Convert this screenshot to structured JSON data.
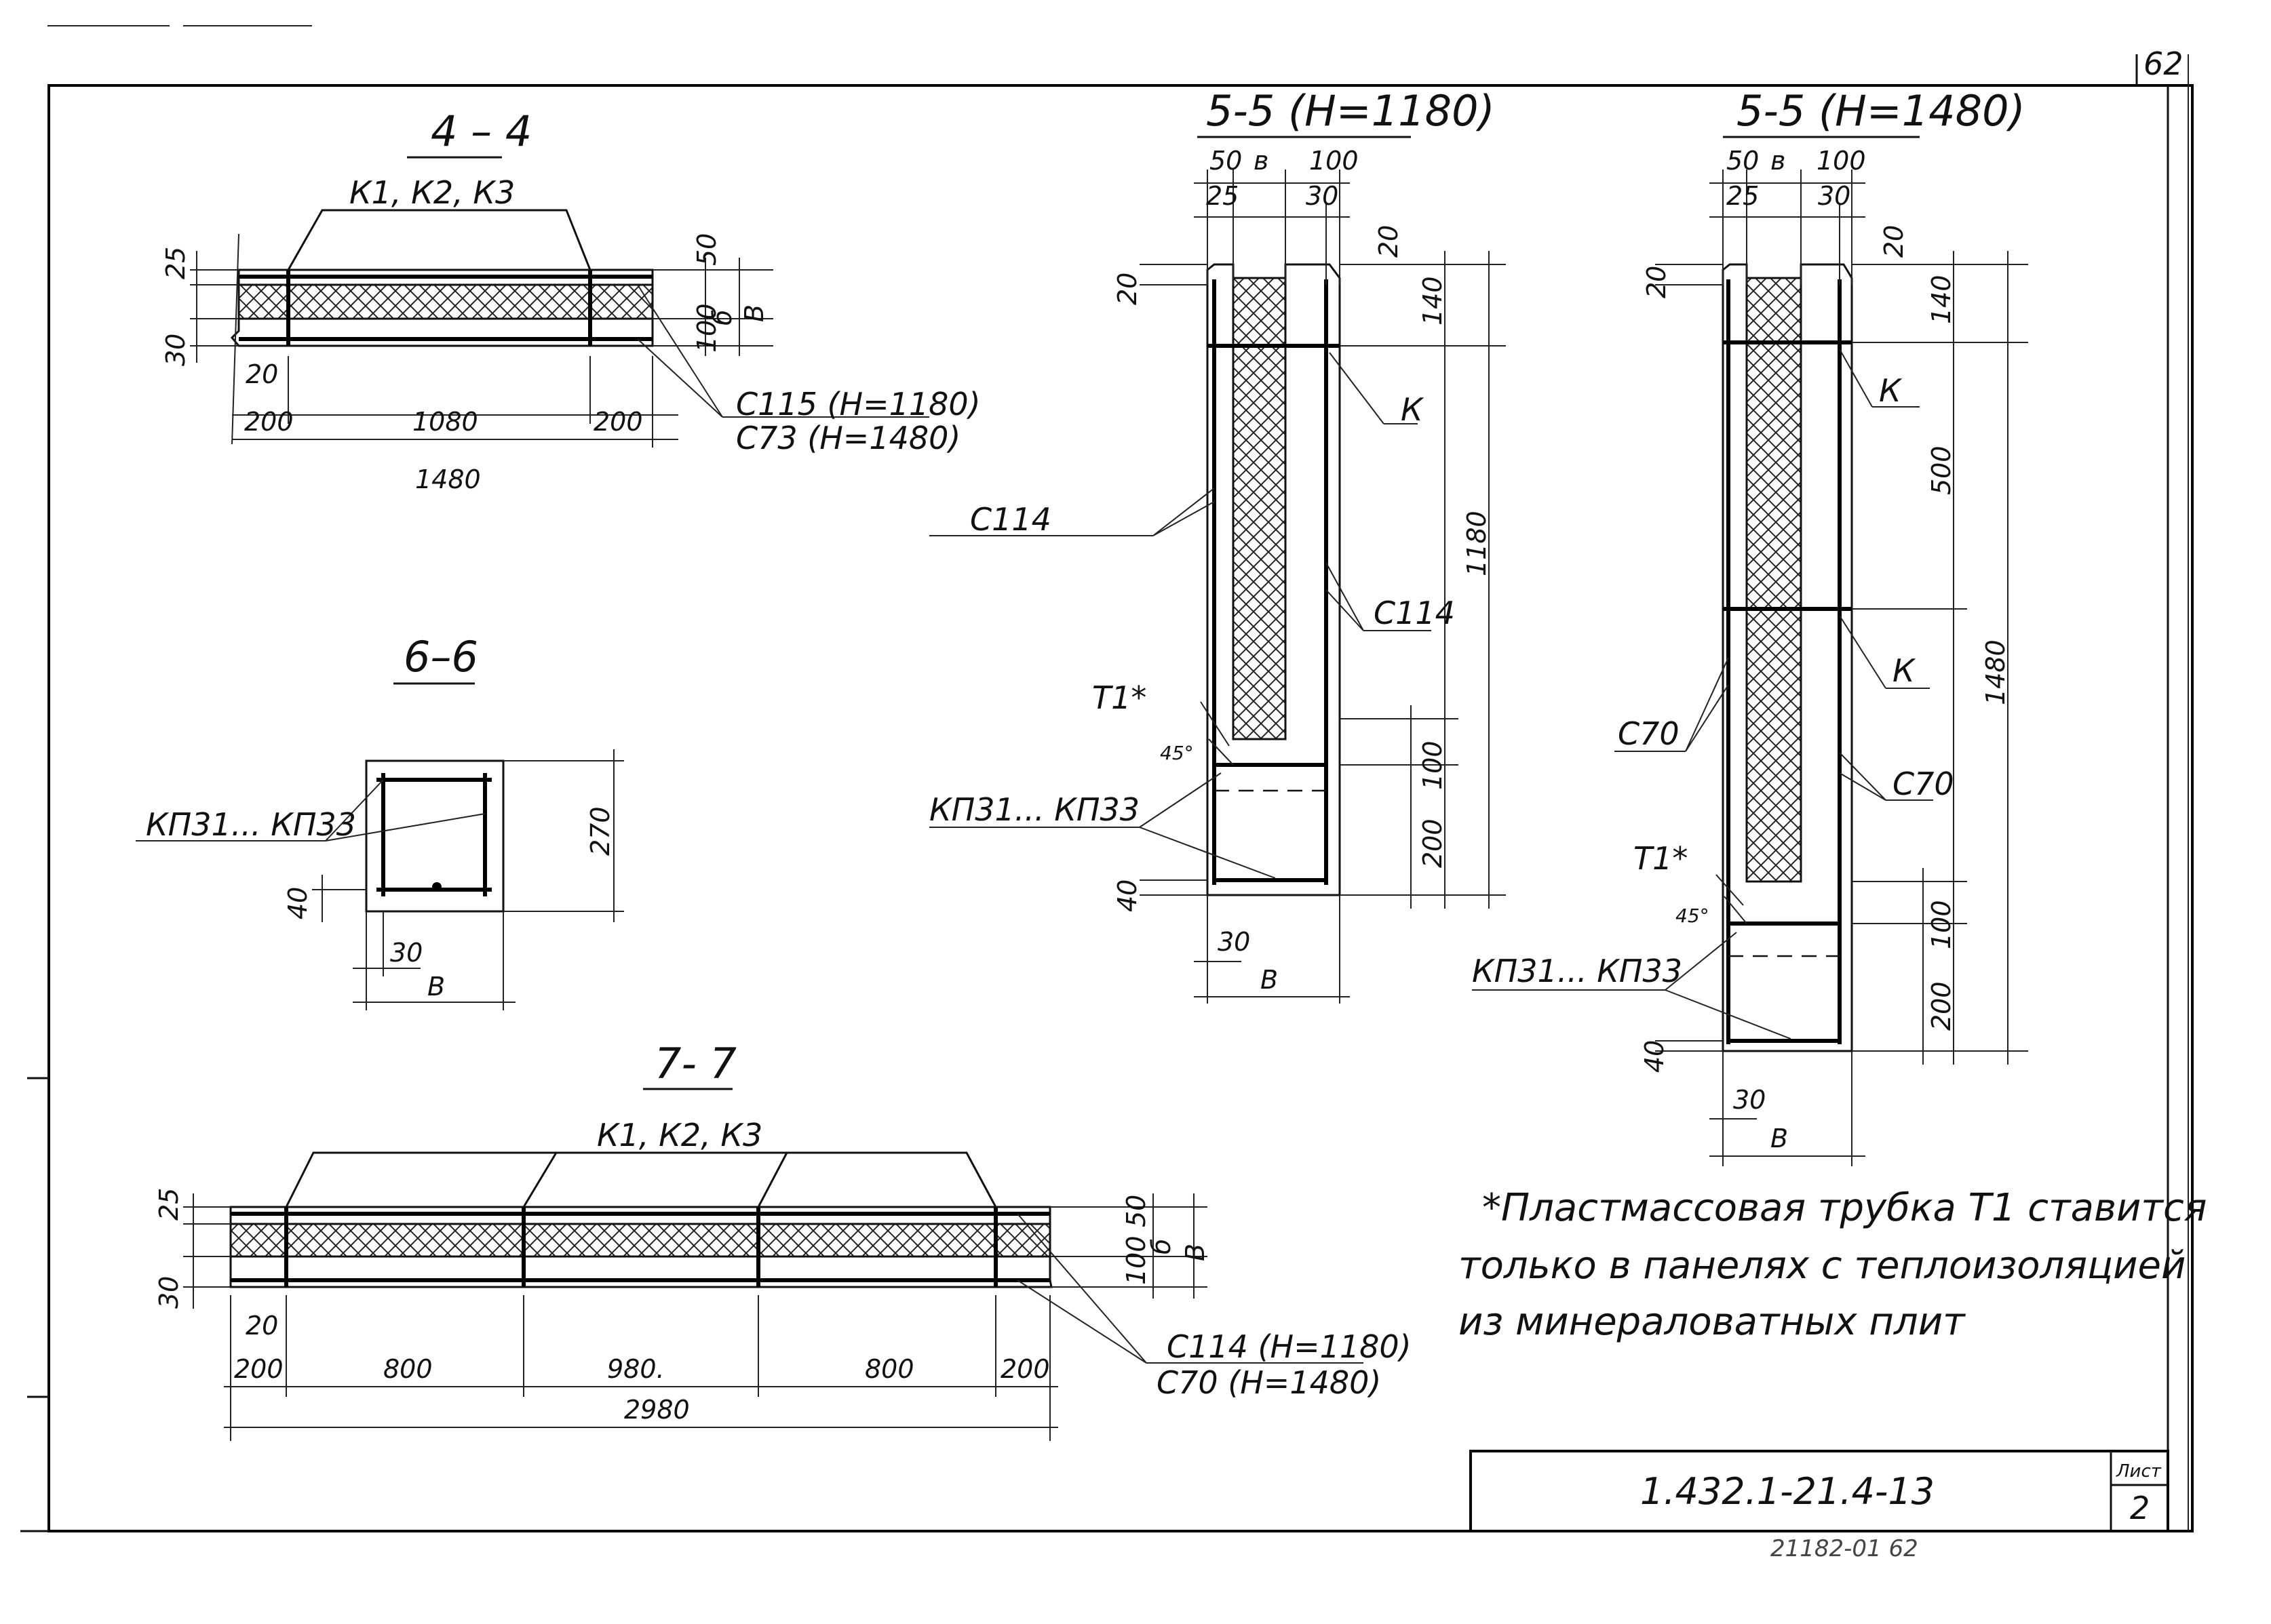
{
  "sheet": {
    "page_number": "62",
    "document_code": "1.432.1-21.4-13",
    "sheet_label": "Лист",
    "sheet_number": "2",
    "bottom_stamp": "21182-01  62"
  },
  "section_4_4": {
    "title": "4 – 4",
    "mesh_label": "К1, К2, К3",
    "callout_1": "С115 (Н=1180)",
    "callout_2": "С73 (Н=1480)",
    "dims": {
      "top_cover": "25",
      "bottom_cover": "30",
      "edge": "20",
      "left": "200",
      "middle": "1080",
      "right": "200",
      "total": "1480",
      "h1": "50",
      "h2": "100",
      "b": "б",
      "B": "В"
    }
  },
  "section_6_6": {
    "title": "6–6",
    "callout": "КП31... КП33",
    "dims": {
      "height": "270",
      "bottom": "40",
      "cover": "30",
      "B": "В"
    }
  },
  "section_7_7": {
    "title": "7- 7",
    "mesh_label": "К1, К2, К3",
    "callout_1": "С114 (Н=1180)",
    "callout_2": "С70 (Н=1480)",
    "dims": {
      "top_cover": "25",
      "bottom_cover": "30",
      "edge": "20",
      "s1": "200",
      "s2": "800",
      "s3": "980.",
      "s4": "800",
      "s5": "200",
      "total": "2980",
      "h1": "50",
      "h2": "100",
      "b": "б",
      "B": "В"
    }
  },
  "section_5_5_1180": {
    "title": "5-5 (Н=1180)",
    "labels": {
      "c114_left": "С114",
      "c114_right": "С114",
      "k": "К",
      "t1": "Т1*",
      "kp": "КП31... КП33",
      "angle": "45°"
    },
    "dims": {
      "d50": "50",
      "b": "в",
      "d100": "100",
      "d25": "25",
      "d30": "30",
      "d20": "20",
      "d20_left": "20",
      "d140": "140",
      "d1180": "1180",
      "d100_lower": "100",
      "d200": "200",
      "d40": "40",
      "d30_bottom": "30",
      "B": "В"
    }
  },
  "section_5_5_1480": {
    "title": "5-5 (Н=1480)",
    "labels": {
      "k_upper": "К",
      "k_lower": "К",
      "c70_left": "С70",
      "c70_right": "С70",
      "t1": "Т1*",
      "kp": "КП31... КП33",
      "angle": "45°"
    },
    "dims": {
      "d50": "50",
      "b": "в",
      "d100": "100",
      "d25": "25",
      "d30": "30",
      "d20": "20",
      "d20_left": "20",
      "d140": "140",
      "d500": "500",
      "d1480": "1480",
      "d100_lower": "100",
      "d200": "200",
      "d40": "40",
      "d30_bottom": "30",
      "B": "В"
    }
  },
  "note": {
    "line1": "*Пластмассовая трубка Т1 ставится",
    "line2": "только в панелях с теплоизоляцией",
    "line3": "из минераловатных плит"
  }
}
